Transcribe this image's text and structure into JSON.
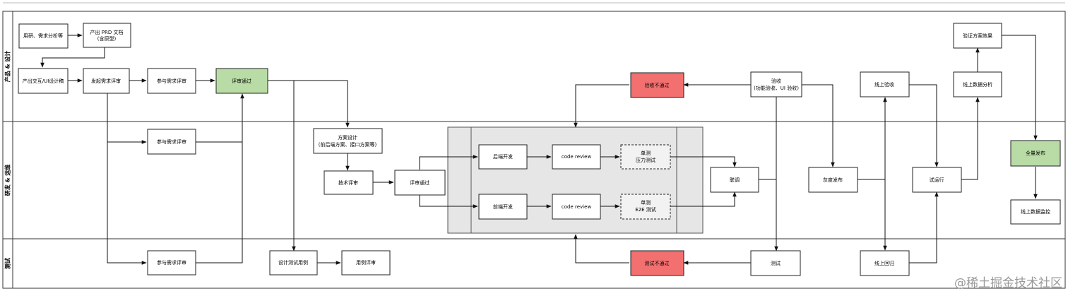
{
  "lanes": {
    "product": "产品 & 设计",
    "dev": "研发 & 运维",
    "test": "测试"
  },
  "nodes": {
    "research": "用研、需求分析等",
    "prd_line1": "产出 PRD 文档",
    "prd_line2": "(含原型)",
    "ui_design": "产出交互/UI设计稿",
    "initiate_review": "发起需求评审",
    "join_review_product": "参与需求评审",
    "review_passed_product": "评审通过",
    "accept_failed": "验收不通过",
    "acceptance_line1": "验收",
    "acceptance_line2": "(功能验收、UI 验收)",
    "online_accept": "线上验收",
    "online_analysis": "线上数据分析",
    "verify_effect": "验证方案效果",
    "join_review_dev": "参与需求评审",
    "solution_line1": "方案设计",
    "solution_line2": "(前后端方案、接口方案等)",
    "tech_review": "技术评审",
    "review_passed_dev": "评审通过",
    "backend_dev": "后端开发",
    "frontend_dev": "前端开发",
    "code_review_1": "code review",
    "code_review_2": "code review",
    "unit_stress_line1": "单测",
    "unit_stress_line2": "压力测试",
    "unit_e2e_line1": "单测",
    "unit_e2e_line2": "E2E 测试",
    "integration": "联调",
    "gray_release": "灰度发布",
    "trial_run": "试运行",
    "full_release": "全量发布",
    "online_monitor": "线上数据监控",
    "join_review_test": "参与需求评审",
    "design_cases": "设计测试用例",
    "case_review": "用例评审",
    "test_failed": "测试不通过",
    "testing": "测试",
    "online_regression": "线上回归"
  },
  "colors": {
    "green": "#b9dca6",
    "red": "#f37070",
    "group_fill": "#e6e6e6"
  },
  "watermark": "@稀土掘金技术社区"
}
